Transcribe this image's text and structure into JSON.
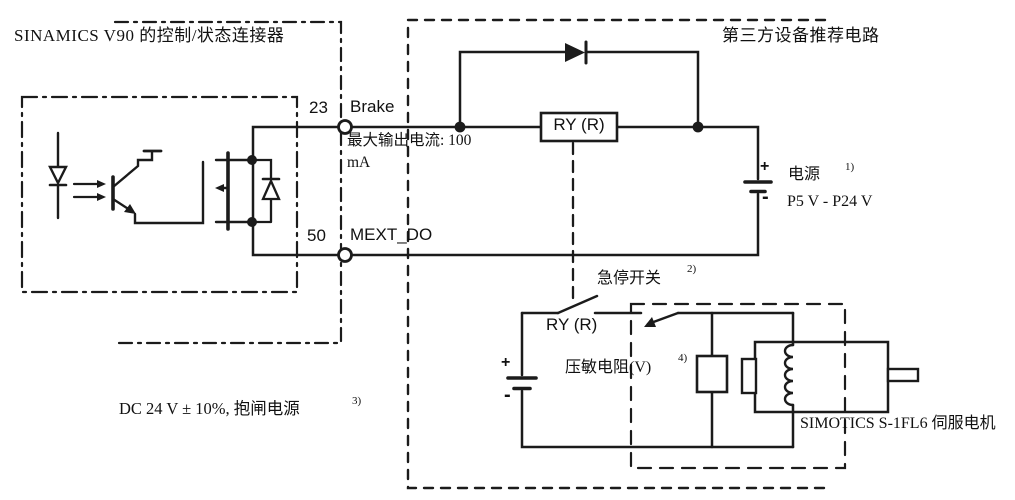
{
  "diagram": {
    "title_left": "SINAMICS V90 的控制/状态连接器",
    "title_right": "第三方设备推荐电路",
    "pin23": "23",
    "pin23_signal": "Brake",
    "pin23_note_line1": "最大输出电流: 100",
    "pin23_note_line2": "mA",
    "pin50": "50",
    "pin50_signal": "MEXT_DO",
    "relay_coil": "RY (R)",
    "relay_contact": "RY (R)",
    "supply_label": "电源",
    "supply_note": "1)",
    "supply_range": "P5 V - P24 V",
    "supply_plus": "+",
    "supply_minus": "-",
    "estop_label": "急停开关",
    "estop_note": "2)",
    "brake_battery_plus": "+",
    "brake_battery_minus": "-",
    "varistor_label": "压敏电阻(V)",
    "varistor_note": "4)",
    "motor_label": "SIMOTICS S-1FL6 伺服电机",
    "brake_power_label": "DC 24 V ± 10%, 抱闸电源",
    "brake_power_note": "3)",
    "colors": {
      "line": "#1b1b1b",
      "background": "#ffffff"
    }
  }
}
